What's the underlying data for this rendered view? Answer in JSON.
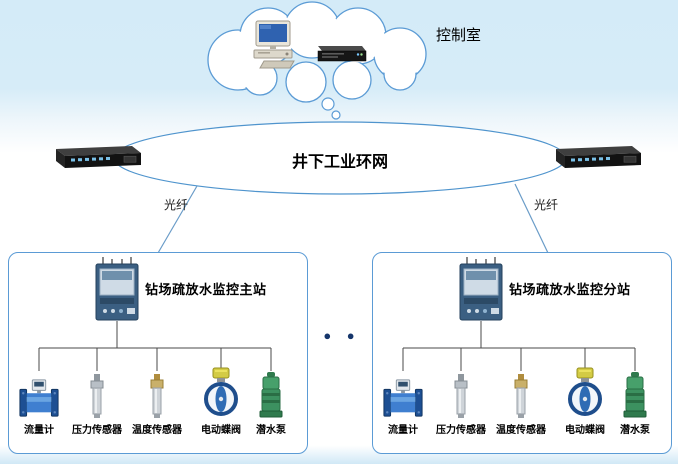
{
  "colors": {
    "accent": "#5b9bd5",
    "bg_top": "#d4ebf8",
    "line": "#4a4a4a"
  },
  "control_room": {
    "label": "控制室",
    "icons": [
      "desktop-computer-icon",
      "server-icon"
    ]
  },
  "ring_network": {
    "label": "井下工业环网",
    "left_icon": "network-switch-icon",
    "right_icon": "network-switch-icon"
  },
  "links": {
    "left_fiber_label": "光纤",
    "right_fiber_label": "光纤"
  },
  "separator_dots": "● ●",
  "stations": [
    {
      "title": "钻场疏放水监控主站",
      "cabinet_icon": "control-cabinet-icon",
      "devices": [
        {
          "icon": "flow-meter-icon",
          "label": "流量计"
        },
        {
          "icon": "pressure-sensor-icon",
          "label": "压力传感器"
        },
        {
          "icon": "temperature-sensor-icon",
          "label": "温度传感器"
        },
        {
          "icon": "electric-butterfly-valve-icon",
          "label": "电动蝶阀"
        },
        {
          "icon": "submersible-pump-icon",
          "label": "潜水泵"
        }
      ]
    },
    {
      "title": "钻场疏放水监控分站",
      "cabinet_icon": "control-cabinet-icon",
      "devices": [
        {
          "icon": "flow-meter-icon",
          "label": "流量计"
        },
        {
          "icon": "pressure-sensor-icon",
          "label": "压力传感器"
        },
        {
          "icon": "temperature-sensor-icon",
          "label": "温度传感器"
        },
        {
          "icon": "electric-butterfly-valve-icon",
          "label": "电动蝶阀"
        },
        {
          "icon": "submersible-pump-icon",
          "label": "潜水泵"
        }
      ]
    }
  ]
}
